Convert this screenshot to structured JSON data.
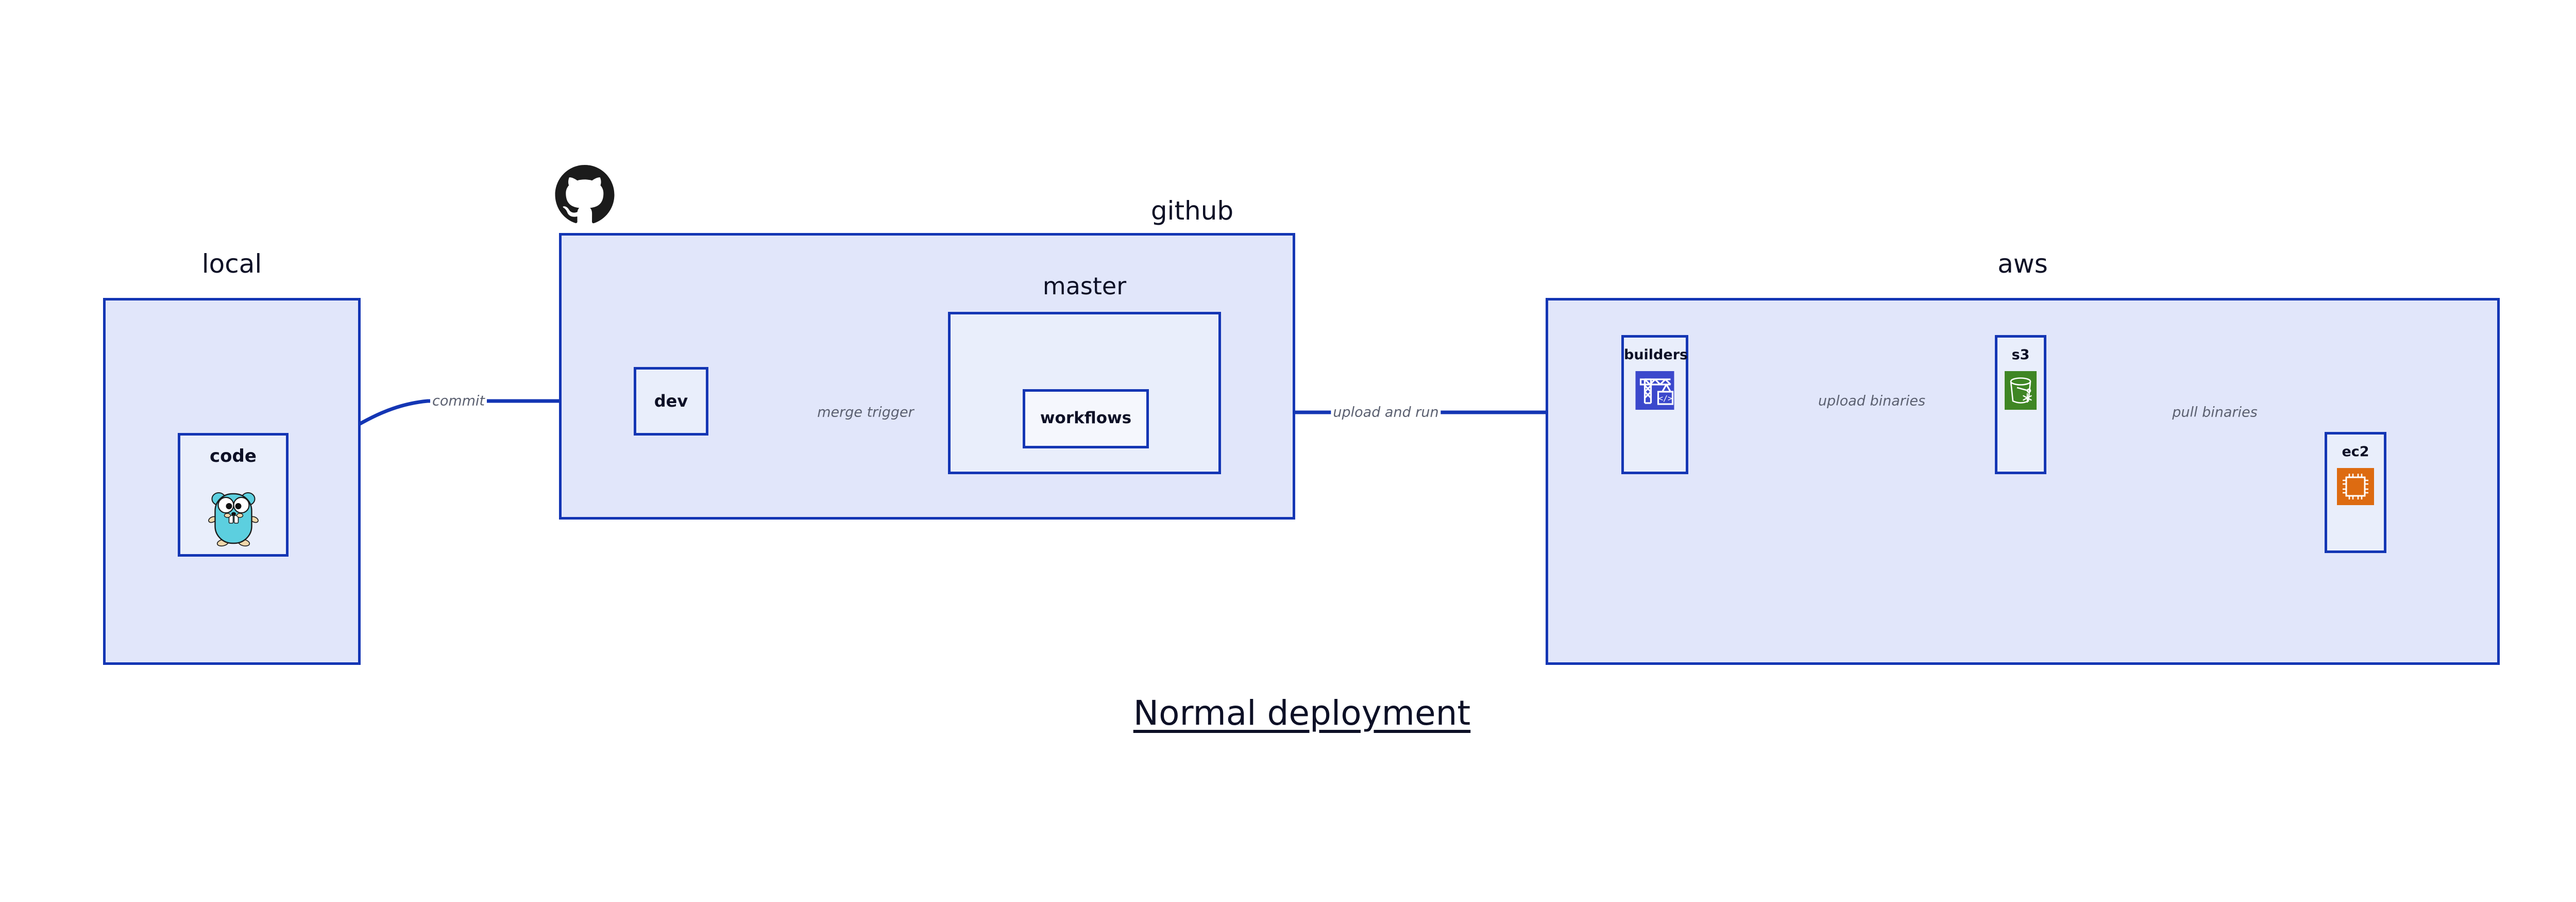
{
  "diagram": {
    "title": "Normal deployment",
    "accent_border": "#1436b4",
    "group_fill": "#e1e6fa",
    "node_fill": "#e9eefb",
    "inner_fill": "#f5f7fd",
    "edge_color": "#1436b4",
    "edge_label_color": "#5b6070",
    "text_color": "#0d1026"
  },
  "groups": [
    {
      "id": "local",
      "label": "local"
    },
    {
      "id": "github",
      "label": "github"
    },
    {
      "id": "master",
      "label": "master"
    },
    {
      "id": "aws",
      "label": "aws"
    }
  ],
  "nodes": [
    {
      "id": "code",
      "label": "code",
      "icon": "go-gopher-icon"
    },
    {
      "id": "dev",
      "label": "dev",
      "icon": null
    },
    {
      "id": "workflows",
      "label": "workflows",
      "icon": null
    },
    {
      "id": "builders",
      "label": "builders",
      "icon": "aws-codebuild-icon"
    },
    {
      "id": "s3",
      "label": "s3",
      "icon": "aws-s3-bucket-icon"
    },
    {
      "id": "ec2",
      "label": "ec2",
      "icon": "aws-ec2-chip-icon"
    }
  ],
  "edges": [
    {
      "id": "code-dev",
      "from": "code",
      "to": "dev",
      "label": "commit"
    },
    {
      "id": "dev-workflows",
      "from": "dev",
      "to": "workflows",
      "label": "merge trigger"
    },
    {
      "id": "workflows-build",
      "from": "workflows",
      "to": "builders",
      "label": "upload and run"
    },
    {
      "id": "builders-s3",
      "from": "builders",
      "to": "s3",
      "label": "upload binaries"
    },
    {
      "id": "s3-ec2",
      "from": "s3",
      "to": "ec2",
      "label": "pull binaries"
    }
  ],
  "icons": {
    "github_logo": "github-mark-icon",
    "go_gopher": "go-gopher-icon",
    "codebuild": "aws-codebuild-icon",
    "s3_bucket": "aws-s3-bucket-icon",
    "ec2_chip": "aws-ec2-chip-icon"
  },
  "icon_colors": {
    "github": "#1b1b1b",
    "gopher_body": "#5ccfdf",
    "gopher_outline": "#1a1a1a",
    "gopher_feet": "#f0d8ac",
    "codebuild_bg": "#3b48cc",
    "s3_bg": "#3f8624",
    "ec2_bg": "#dd6b11",
    "icon_glyph": "#ffffff"
  }
}
